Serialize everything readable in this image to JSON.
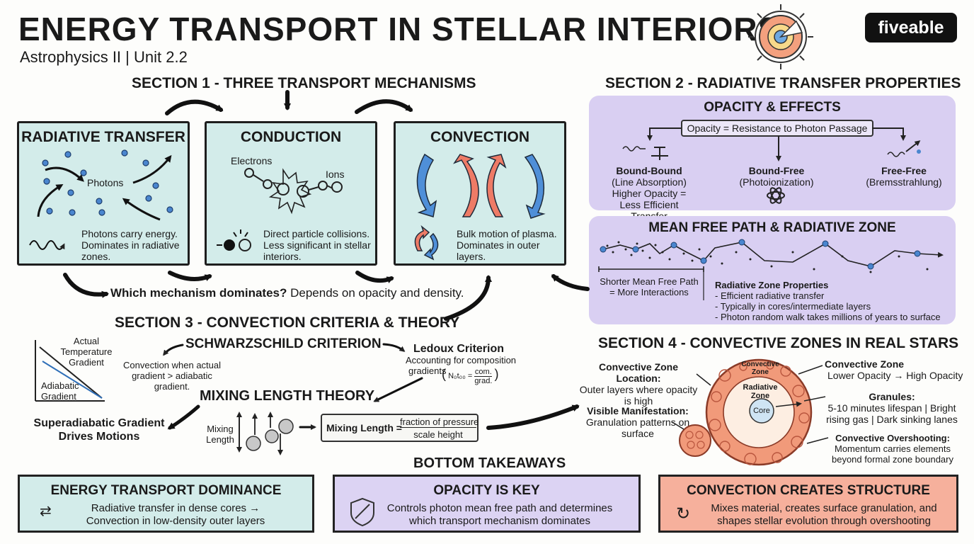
{
  "header": {
    "title": "ENERGY TRANSPORT IN STELLAR INTERIORS",
    "subtitle": "Astrophysics II | Unit 2.2",
    "logo": "fiveable"
  },
  "section1": {
    "heading": "SECTION 1 - THREE TRANSPORT MECHANISMS",
    "radiative": {
      "title": "RADIATIVE TRANSFER",
      "label": "Photons",
      "desc": "Photons carry energy. Dominates in radiative zones."
    },
    "conduction": {
      "title": "CONDUCTION",
      "label_electrons": "Electrons",
      "label_ions": "Ions",
      "desc": "Direct particle collisions. Less significant in stellar interiors."
    },
    "convection": {
      "title": "CONVECTION",
      "desc": "Bulk motion of plasma. Dominates in outer layers."
    },
    "question_bold": "Which mechanism dominates?",
    "question_rest": " Depends on opacity and density."
  },
  "section2": {
    "heading": "SECTION 2 - RADIATIVE TRANSFER PROPERTIES",
    "opacity": {
      "title": "OPACITY & EFFECTS",
      "definition": "Opacity = Resistance to Photon Passage",
      "bb_title": "Bound-Bound",
      "bb_sub": "(Line Absorption)",
      "bb_note1": "Higher Opacity =",
      "bb_note2": "Less Efficient Transfer",
      "bf_title": "Bound-Free",
      "bf_sub": "(Photoionization)",
      "ff_title": "Free-Free",
      "ff_sub": "(Bremsstrahlung)"
    },
    "mfp": {
      "title": "MEAN FREE PATH & RADIATIVE ZONE",
      "shorter1": "Shorter Mean Free Path",
      "shorter2": "= More Interactions",
      "props_title": "Radiative Zone Properties",
      "props": [
        "- Efficient radiative transfer",
        "- Typically in cores/intermediate layers",
        "- Photon random walk takes millions of years to surface"
      ]
    }
  },
  "section3": {
    "heading": "SECTION 3 - CONVECTION CRITERIA & THEORY",
    "schwarzschild": "SCHWARZSCHILD CRITERION",
    "ledoux": "Ledoux Criterion",
    "ledoux_desc1": "Accounting for composition",
    "ledoux_desc2": "gradients",
    "ledoux_formula_left": "N₀t₀₀ =",
    "ledoux_formula_num": "com.",
    "ledoux_formula_den": "grad.",
    "graph_actual": "Actual Temperature Gradient",
    "graph_adiabatic": "Adiabatic Gradient",
    "conv_when": "Convection when actual gradient > adiabatic gradient.",
    "mlt": "MIXING LENGTH THEORY",
    "superadiabatic1": "Superadiabatic Gradient",
    "superadiabatic2": "Drives Motions",
    "mixing_length_label": "Mixing Length",
    "ml_formula_left": "Mixing Length =",
    "ml_formula_num": "fraction of pressure",
    "ml_formula_den": "scale height"
  },
  "section4": {
    "heading": "SECTION 4 - CONVECTIVE ZONES IN REAL STARS",
    "loc_title": "Convective Zone Location:",
    "loc_desc": "Outer layers where opacity is high",
    "vis_title": "Visible Manifestation:",
    "vis_desc": "Granulation patterns on surface",
    "ring_label": "Convective Zone",
    "rad_label": "Radiative Zone",
    "core_label": "Core",
    "cz_title": "Convective Zone",
    "cz_low": "Lower Opacity",
    "cz_high": "High Opacity",
    "gran_title": "Granules:",
    "gran_desc1": "5-10 minutes lifespan | Bright",
    "gran_desc2": "rising gas | Dark sinking lanes",
    "over_title": "Convective Overshooting:",
    "over_desc1": "Momentum carries elements",
    "over_desc2": "beyond formal zone boundary"
  },
  "takeaways": {
    "heading": "BOTTOM TAKEAWAYS",
    "t1": {
      "title": "ENERGY TRANSPORT DOMINANCE",
      "line1": "Radiative transfer in dense cores",
      "line2": "Convection in low-density outer layers"
    },
    "t2": {
      "title": "OPACITY IS KEY",
      "line1": "Controls photon mean free path and determines",
      "line2": "which transport mechanism dominates"
    },
    "t3": {
      "title": "CONVECTION CREATES STRUCTURE",
      "line1": "Mixes material, creates surface granulation, and",
      "line2": "shapes stellar evolution through overshooting"
    }
  },
  "colors": {
    "cyan": "#d3ecea",
    "lavender": "#dcd3f3",
    "salmon": "#f6b09c",
    "blue_arrow": "#4f8fd8",
    "red_arrow": "#ee7b66",
    "ring": "#f19a7a"
  }
}
